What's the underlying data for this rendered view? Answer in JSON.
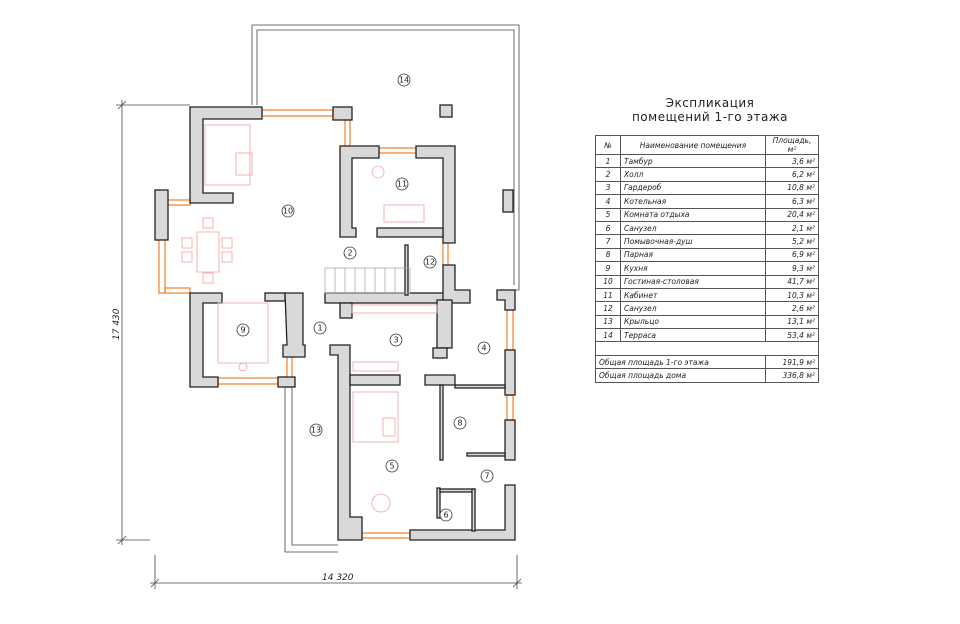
{
  "explication": {
    "title_line1": "Экспликация",
    "title_line2": "помещений 1-го этажа",
    "headers": {
      "num": "№",
      "name": "Наименование помещения",
      "area": "Площадь, м²"
    },
    "rows": [
      {
        "num": "1",
        "name": "Тамбур",
        "area": "3,6 м²"
      },
      {
        "num": "2",
        "name": "Холл",
        "area": "6,2 м²"
      },
      {
        "num": "3",
        "name": "Гардероб",
        "area": "10,8 м²"
      },
      {
        "num": "4",
        "name": "Котельная",
        "area": "6,3 м²"
      },
      {
        "num": "5",
        "name": "Комната отдыха",
        "area": "20,4 м²"
      },
      {
        "num": "6",
        "name": "Санузел",
        "area": "2,1 м²"
      },
      {
        "num": "7",
        "name": "Помывочная-душ",
        "area": "5,2 м²"
      },
      {
        "num": "8",
        "name": "Парная",
        "area": "6,9 м²"
      },
      {
        "num": "9",
        "name": "Кухня",
        "area": "9,3 м²"
      },
      {
        "num": "10",
        "name": "Гостиная-столовая",
        "area": "41,7 м²"
      },
      {
        "num": "11",
        "name": "Кабинет",
        "area": "10,3 м²"
      },
      {
        "num": "12",
        "name": "Санузел",
        "area": "2,6 м²"
      },
      {
        "num": "13",
        "name": "Крыльцо",
        "area": "13,1 м²"
      },
      {
        "num": "14",
        "name": "Терраса",
        "area": "53,4 м²"
      }
    ],
    "totals": [
      {
        "label": "Общая площадь 1-го этажа",
        "area": "191,9 м²"
      },
      {
        "label": "Общая площадь дома",
        "area": "336,8 м²"
      }
    ]
  },
  "plan": {
    "dim_width": "14 320",
    "dim_height": "17 430",
    "room_labels": [
      "1",
      "2",
      "3",
      "4",
      "5",
      "6",
      "7",
      "8",
      "9",
      "10",
      "11",
      "12",
      "13",
      "14"
    ]
  },
  "colors": {
    "wall": "#d9d9d9",
    "window": "#f08a3c",
    "furniture": "#f0a0a0"
  }
}
